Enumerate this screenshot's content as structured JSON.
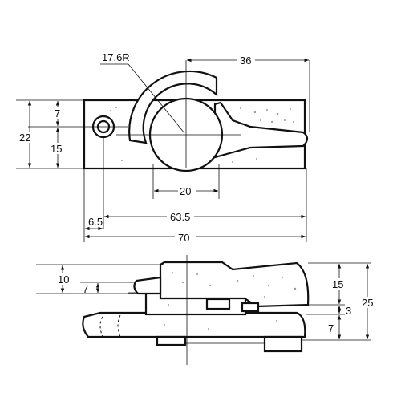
{
  "drawing": {
    "top_view": {
      "radius_label": "17.6R",
      "dim_36": "36",
      "dim_7": "7",
      "dim_22": "22",
      "dim_15": "15",
      "dim_20": "20",
      "dim_6_5": "6.5",
      "dim_63_5": "63.5",
      "dim_70": "70"
    },
    "side_view": {
      "dim_10": "10",
      "dim_7a": "7",
      "dim_15": "15",
      "dim_25": "25",
      "dim_3": "3",
      "dim_7b": "7"
    }
  }
}
